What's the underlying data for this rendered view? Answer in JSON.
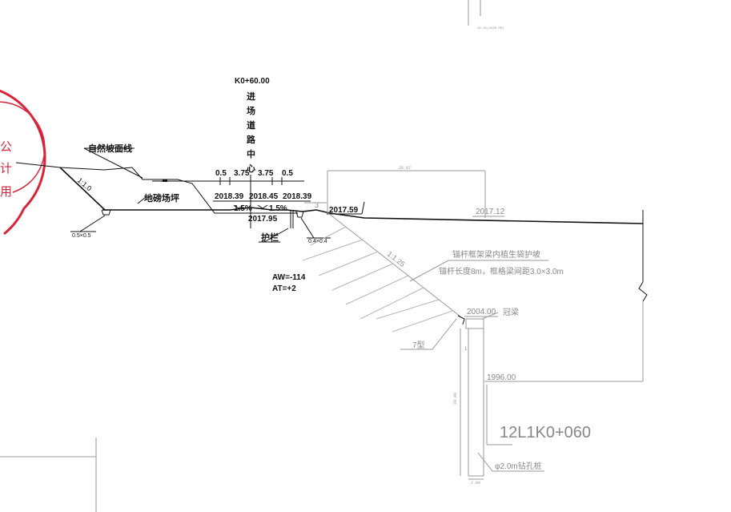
{
  "station": {
    "label": "K0+60.00",
    "centerline_text": [
      "进",
      "场",
      "道",
      "路",
      "中",
      "心"
    ]
  },
  "terrain": {
    "natural_slope": "自然坡面线",
    "site_pad": "地磅场坪",
    "slope_left": "1:1.0",
    "ditch_left": "0.5×0.5",
    "ditch_right": "0.4×0.4"
  },
  "road": {
    "widths": [
      "0.5",
      "3.75",
      "3.75",
      "0.5"
    ],
    "elevations": [
      "2018.39",
      "2018.45",
      "2018.39"
    ],
    "crossfall_left": "1.5%",
    "crossfall_right": "1.5%",
    "bottom_elevation": "2017.95",
    "guardrail": "护栏",
    "aw": "AW=-114",
    "at": "AT=+2",
    "marker_3": "3"
  },
  "right_side": {
    "shoulder_elevation": "2017.59",
    "ground_elevation": "2017.12",
    "dim_top": "20.97",
    "slope_ratio": "1:1.25",
    "anchor_frame_title": "锚杆框架梁内植生袋护坡",
    "anchor_frame_spec": "锚杆长度8m，框格梁间距3.0×3.0m",
    "cap_beam": "冠梁",
    "cap_elevation": "2004.00",
    "type_label": "7型",
    "pile_bottom_elevation": "1996.00",
    "pile_id": "12L1K0+060",
    "pile_desc": "φ2.0m钻孔桩",
    "pile_length": "20.00",
    "pile_width": "2.00",
    "top_note": "48.45(2038.00)"
  },
  "stamp": {
    "color": "#d8243a",
    "chars": [
      "公",
      "计",
      "用"
    ]
  },
  "colors": {
    "line": "#111111",
    "grey": "#9a9a9a"
  }
}
